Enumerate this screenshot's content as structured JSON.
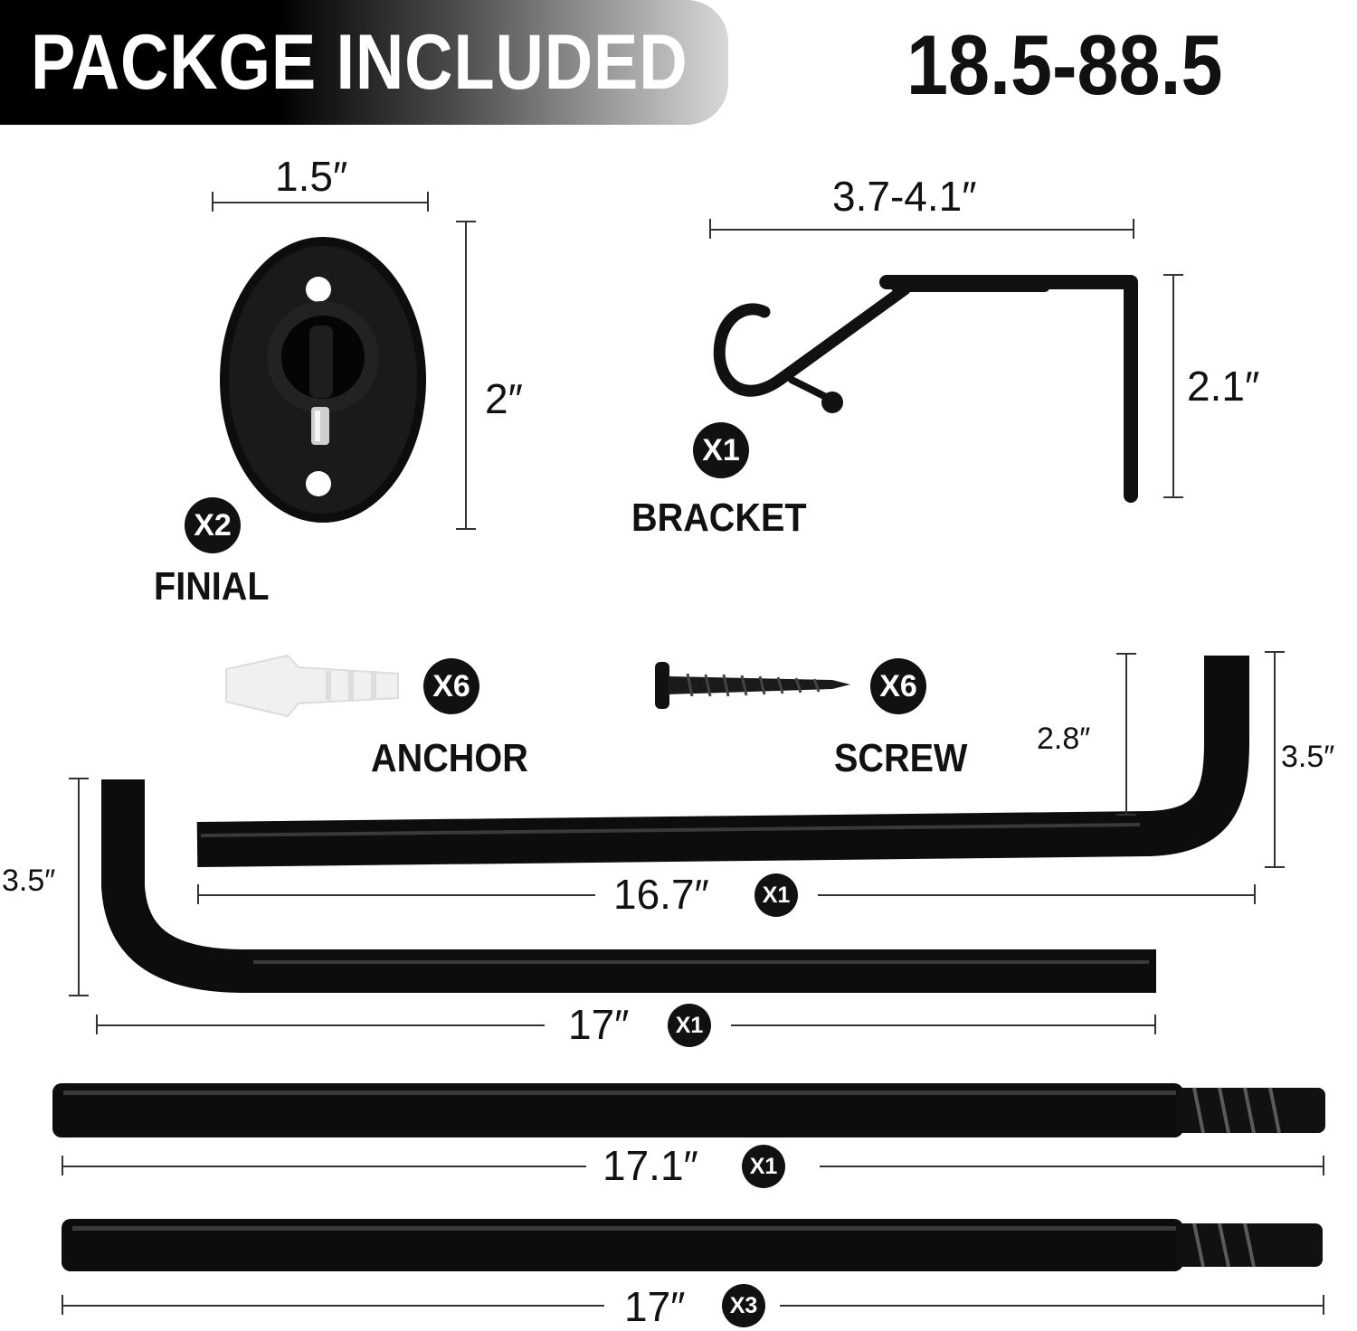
{
  "header": {
    "title": "PACKGE INCLUDED",
    "range": "18.5-88.5"
  },
  "finial": {
    "width": "1.5″",
    "height": "2″",
    "qty": "X2",
    "name": "FINIAL"
  },
  "bracket": {
    "width": "3.7-4.1″",
    "height": "2.1″",
    "qty": "X1",
    "name": "BRACKET"
  },
  "anchor": {
    "qty": "X6",
    "name": "ANCHOR"
  },
  "screw": {
    "qty": "X6",
    "name": "SCREW"
  },
  "rod1": {
    "short_height": "2.8″",
    "height": "3.5″",
    "length": "16.7″",
    "qty": "X1"
  },
  "rod2": {
    "height": "3.5″",
    "length": "17″",
    "qty": "X1"
  },
  "rod3": {
    "length": "17.1″",
    "qty": "X1"
  },
  "rod4": {
    "length": "17″",
    "qty": "X3"
  },
  "colors": {
    "metal": "#111111",
    "anchor": "#f2f2f2",
    "banner": "#000000"
  }
}
